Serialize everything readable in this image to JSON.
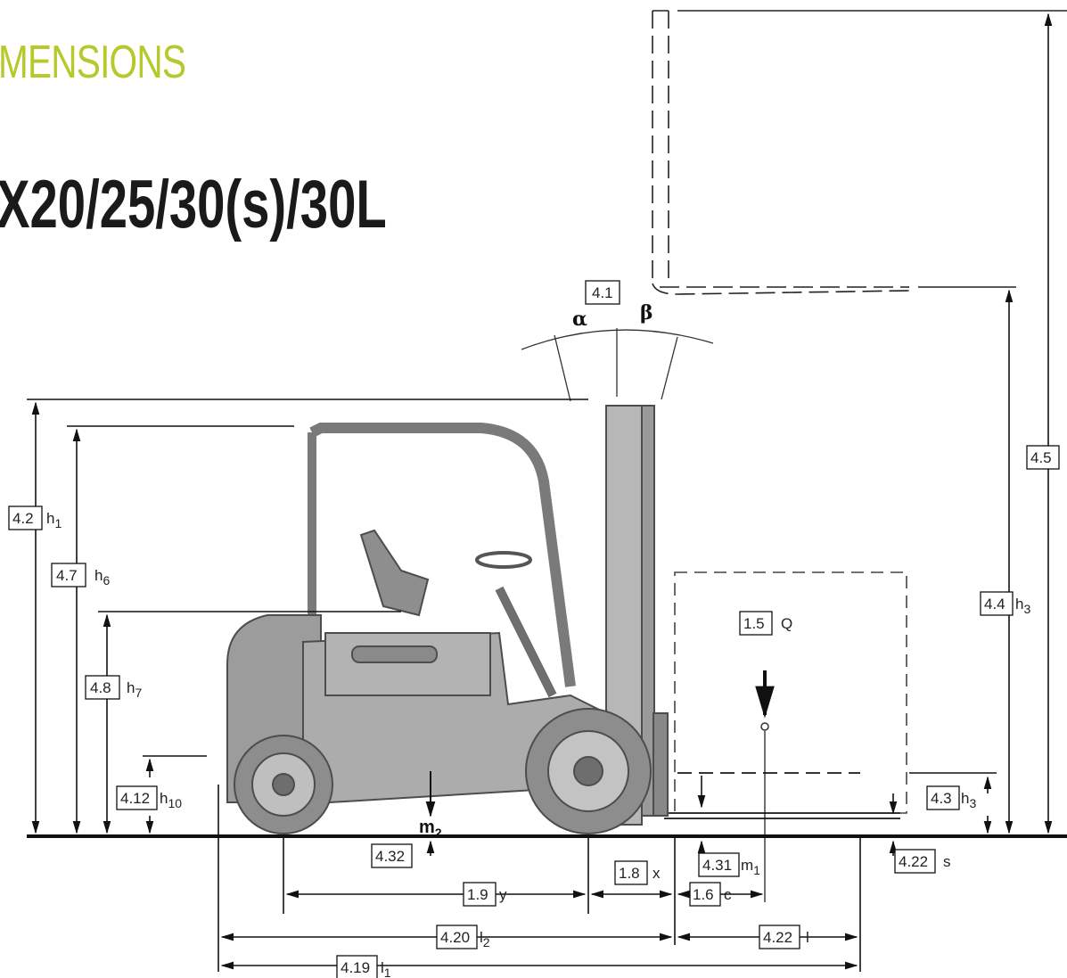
{
  "heading": "MENSIONS",
  "model": "X20/25/30(s)/30L",
  "greek": {
    "alpha": "α",
    "beta": "β"
  },
  "labels": [
    {
      "code": "4.1",
      "sym": ""
    },
    {
      "code": "4.5",
      "sym": ""
    },
    {
      "code": "4.2",
      "sym": "h",
      "sub": "1"
    },
    {
      "code": "4.7",
      "sym": "h",
      "sub": "6"
    },
    {
      "code": "4.8",
      "sym": "h",
      "sub": "7"
    },
    {
      "code": "4.12",
      "sym": "h",
      "sub": "10"
    },
    {
      "code": "4.4",
      "sym": "h",
      "sub": "3"
    },
    {
      "code": "1.5",
      "sym": "Q",
      "sub": ""
    },
    {
      "code": "4.3",
      "sym": "h",
      "sub": "3"
    },
    {
      "code": "4.32",
      "sym": "m",
      "sub": "2"
    },
    {
      "code": "4.31",
      "sym": "m",
      "sub": "1"
    },
    {
      "code": "4.22",
      "sym": "s",
      "sub": ""
    },
    {
      "code": "1.8",
      "sym": "x",
      "sub": ""
    },
    {
      "code": "1.9",
      "sym": "y",
      "sub": ""
    },
    {
      "code": "1.6",
      "sym": "c",
      "sub": ""
    },
    {
      "code": "4.20",
      "sym": "l",
      "sub": "2"
    },
    {
      "code": "4.22",
      "sym": "l",
      "sub": ""
    },
    {
      "code": "4.19",
      "sym": "l",
      "sub": "1"
    }
  ],
  "colors": {
    "heading": "#b5c92b",
    "text": "#1a1a1a",
    "truck_fill": "#a9a9a9",
    "truck_dark": "#6e6e6e",
    "line": "#111111"
  }
}
